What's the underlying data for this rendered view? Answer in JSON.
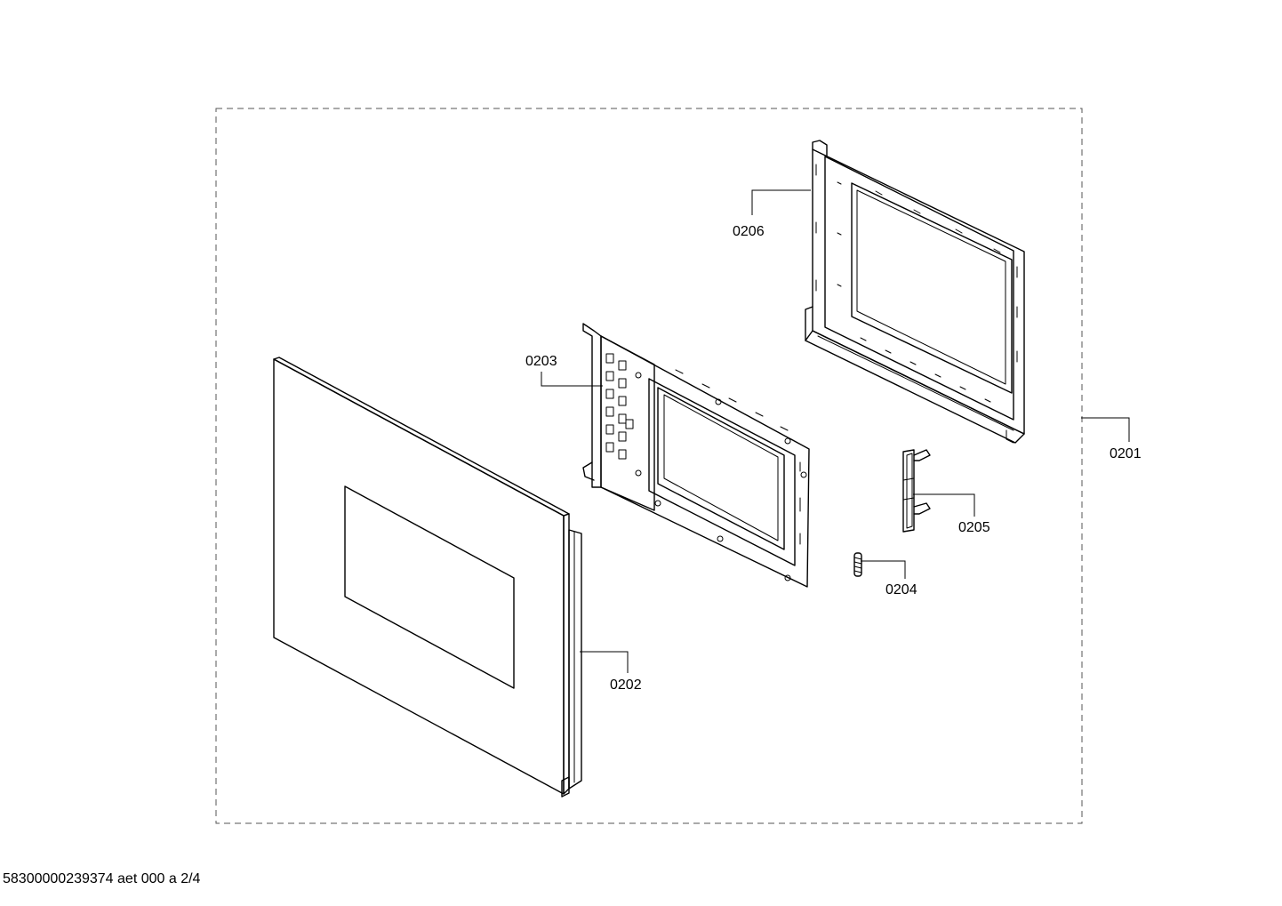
{
  "callouts": {
    "c0201": "0201",
    "c0202": "0202",
    "c0203": "0203",
    "c0204": "0204",
    "c0205": "0205",
    "c0206": "0206"
  },
  "footer": {
    "document_id": "58300000239374 aet 000 a 2/4"
  },
  "colors": {
    "line": "#000000",
    "background": "#ffffff",
    "border_dashed": "#555555"
  }
}
